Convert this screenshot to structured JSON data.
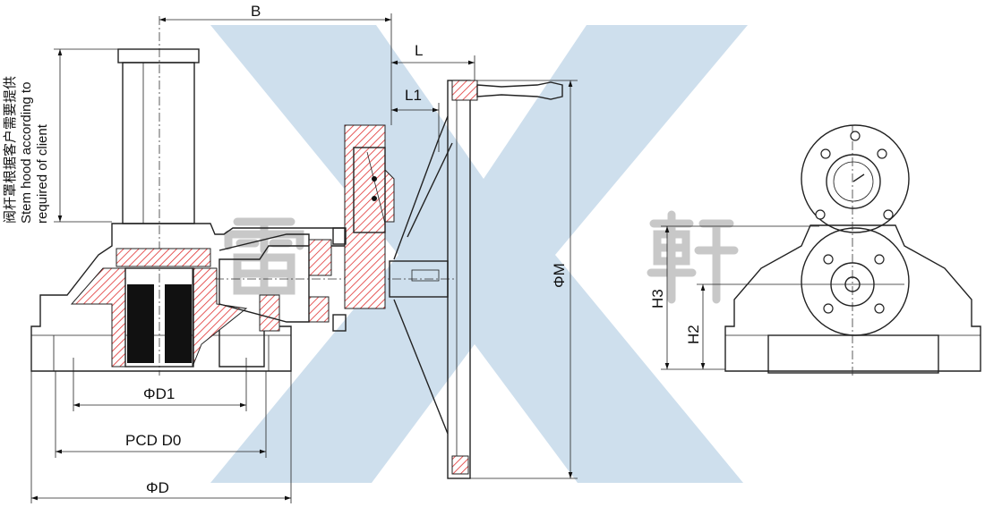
{
  "drawing": {
    "note_lines": [
      "阀杆罩根据客户需要提供",
      "Stem hood according to",
      "required of client"
    ],
    "dimensions": {
      "B": "B",
      "L": "L",
      "L1": "L1",
      "M": "ΦM",
      "H3": "H3",
      "H2": "H2",
      "D1": "ΦD1",
      "D0": "PCD D0",
      "D": "ΦD"
    },
    "watermark": {
      "chars": [
        "雷",
        "軒"
      ],
      "color": "#c6d9ea"
    },
    "colors": {
      "hatch": "#e03030",
      "line": "#222222"
    }
  }
}
